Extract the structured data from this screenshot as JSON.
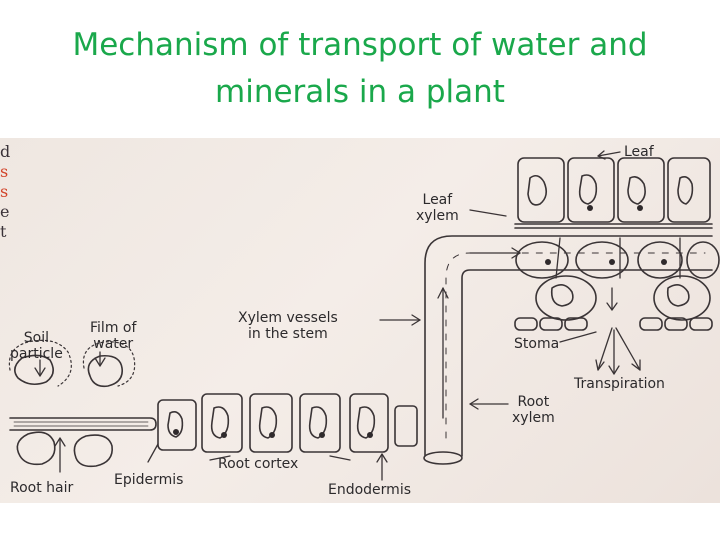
{
  "slide": {
    "title_line1": "Mechanism of transport of water and",
    "title_line2": "minerals in a plant"
  },
  "diagram": {
    "labels": {
      "leaf": "Leaf",
      "leaf_xylem_1": "Leaf",
      "leaf_xylem_2": "xylem",
      "xylem_vessels_1": "Xylem vessels",
      "xylem_vessels_2": "in the stem",
      "soil_particle_1": "Soil",
      "soil_particle_2": "particle",
      "film_of_water_1": "Film of",
      "film_of_water_2": "water",
      "stoma": "Stoma",
      "transpiration": "Transpiration",
      "root_xylem_1": "Root",
      "root_xylem_2": "xylem",
      "root_cortex": "Root cortex",
      "root_hair": "Root hair",
      "epidermis": "Epidermis",
      "endodermis": "Endodermis"
    },
    "edge_fragments": [
      "d",
      "s",
      "s",
      "e",
      "t"
    ]
  },
  "colors": {
    "title": "#1aa84b",
    "ink": "#2c2a2c",
    "paper": "#f1e9e4",
    "accent_red": "#d2442a"
  }
}
